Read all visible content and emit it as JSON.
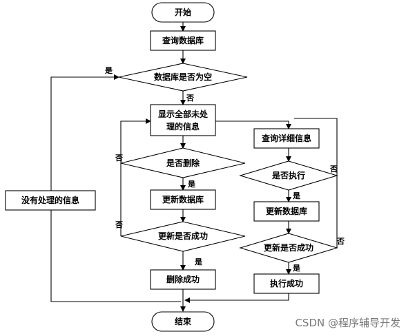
{
  "flowchart": {
    "start": "开始",
    "query_db": "查询数据库",
    "db_empty": "数据库是否为空",
    "show_unhandled_line1": "显示全部未处",
    "show_unhandled_line2": "理的信息",
    "no_unhandled": "没有处理的信息",
    "delete_q": "是否删除",
    "update_db_left": "更新数据库",
    "update_ok_left": "更新是否成功",
    "delete_ok": "删除成功",
    "query_detail": "查询详细信息",
    "execute_q": "是否执行",
    "update_db_right": "更新数据库",
    "update_ok_right": "更新是否成功",
    "execute_ok": "执行成功",
    "end": "结束"
  },
  "edge_labels": {
    "yes": "是",
    "no": "否"
  },
  "watermark": "CSDN @程序辅导开发"
}
